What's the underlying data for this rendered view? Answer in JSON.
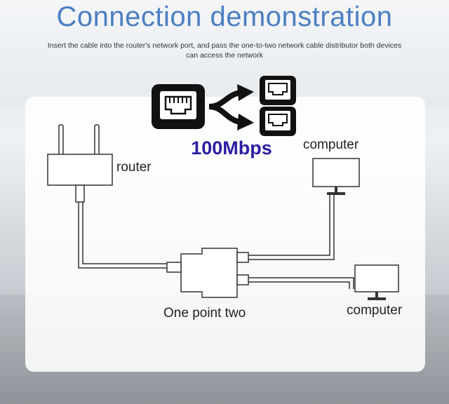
{
  "title": "Connection demonstration",
  "subtitle": "Insert the cable into the router's network port, and pass the one-to-two network cable distributor both devices can access the network",
  "speed": "100Mbps",
  "labels": {
    "router": "router",
    "computer_top": "computer",
    "computer_bottom": "computer",
    "splitter": "One point two"
  },
  "icons": [
    "ethernet-port-icon",
    "split-arrow-icon",
    "ethernet-port-icon",
    "ethernet-port-icon"
  ],
  "colors": {
    "title": "#4b7fc2",
    "speed": "#2a1fa0",
    "line": "#333333"
  }
}
